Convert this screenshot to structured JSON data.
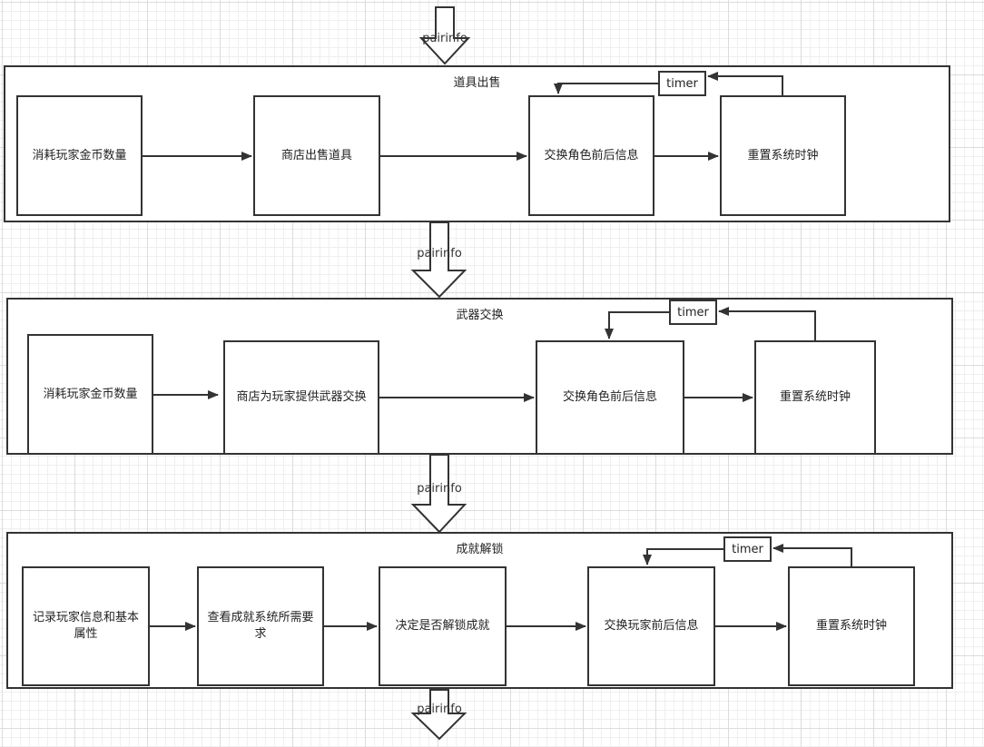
{
  "groups": [
    {
      "title": "道具出售",
      "nodes": [
        "消耗玩家金币数量",
        "商店出售道具",
        "交换角色前后信息",
        "重置系统时钟"
      ],
      "timer": "timer"
    },
    {
      "title": "武器交换",
      "nodes": [
        "消耗玩家金币数量",
        "商店为玩家提供武器交换",
        "交换角色前后信息",
        "重置系统时钟"
      ],
      "timer": "timer"
    },
    {
      "title": "成就解锁",
      "nodes": [
        "记录玩家信息和基本属性",
        "查看成就系统所需要求",
        "决定是否解锁成就",
        "交换玩家前后信息",
        "重置系统时钟"
      ],
      "timer": "timer"
    }
  ],
  "flow_labels": [
    "pairinfo",
    "pairinfo",
    "pairinfo",
    "pairinfo"
  ]
}
